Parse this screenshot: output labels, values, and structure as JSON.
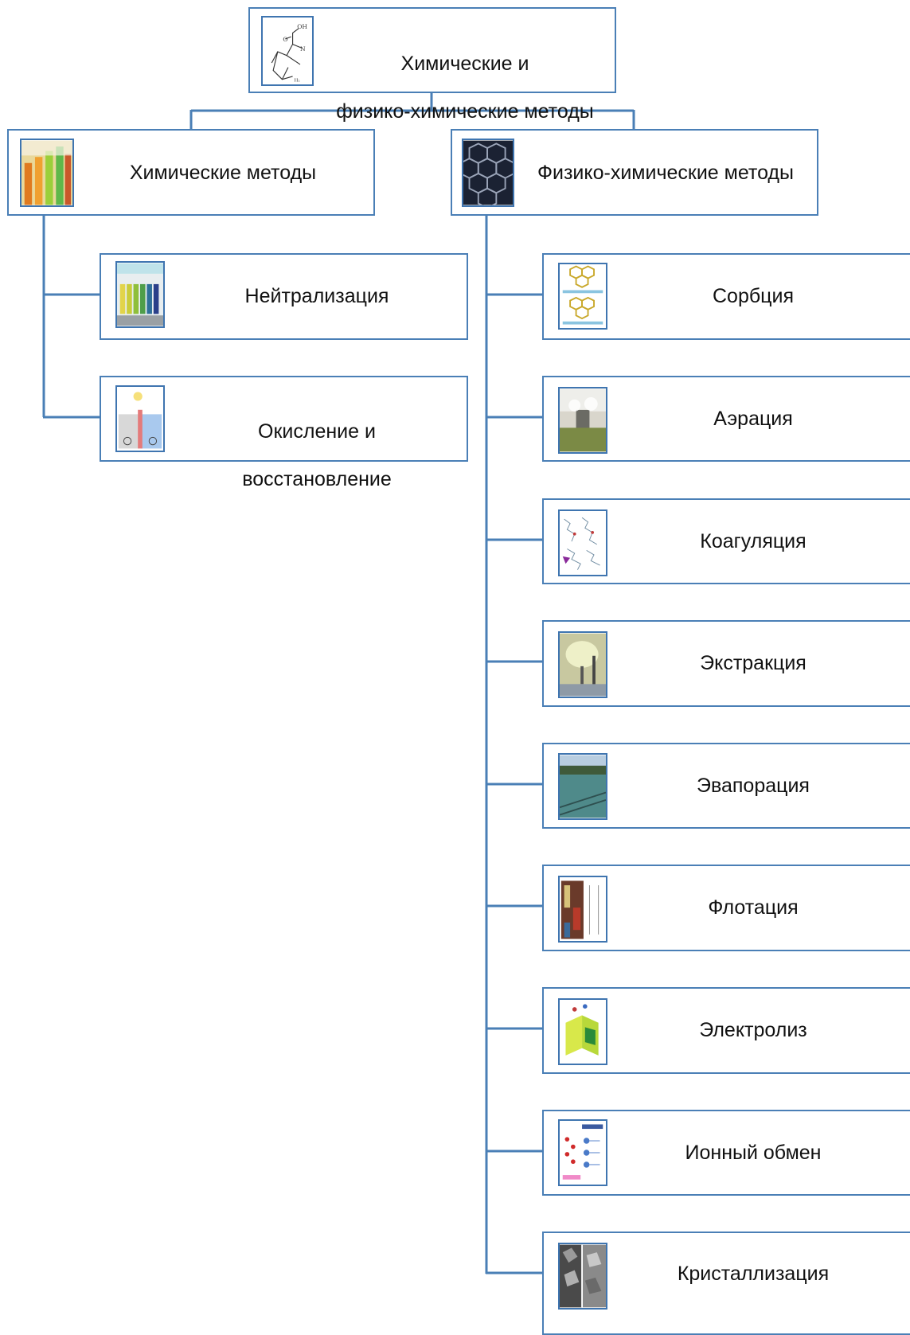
{
  "root": {
    "title_line1": "Химические и",
    "title_line2": "физико-химические методы",
    "icon": "chemical-structure-icon"
  },
  "branches": [
    {
      "label": "Химические методы",
      "icon": "test-tubes-icon",
      "children": [
        {
          "label": "Нейтрализация",
          "icon": "ph-strips-icon"
        },
        {
          "label_line1": "Окисление и",
          "label_line2": "восстановление",
          "icon": "redox-cell-icon"
        }
      ]
    },
    {
      "label": "Физико-химические методы",
      "icon": "carbon-mesh-icon",
      "children": [
        {
          "label": "Сорбция",
          "icon": "sorption-icon"
        },
        {
          "label": "Аэрация",
          "icon": "aeration-icon"
        },
        {
          "label": "Коагуляция",
          "icon": "coagulation-icon"
        },
        {
          "label": "Экстракция",
          "icon": "extraction-icon"
        },
        {
          "label": "Эвапорация",
          "icon": "evaporation-icon"
        },
        {
          "label": "Флотация",
          "icon": "flotation-icon"
        },
        {
          "label": "Электролиз",
          "icon": "electrolysis-icon"
        },
        {
          "label": "Ионный обмен",
          "icon": "ion-exchange-icon"
        },
        {
          "label": "Кристаллизация",
          "icon": "crystallization-icon"
        }
      ]
    }
  ],
  "colors": {
    "line": "#4a7fb6",
    "border": "#4a7fb6",
    "text": "#111111"
  }
}
